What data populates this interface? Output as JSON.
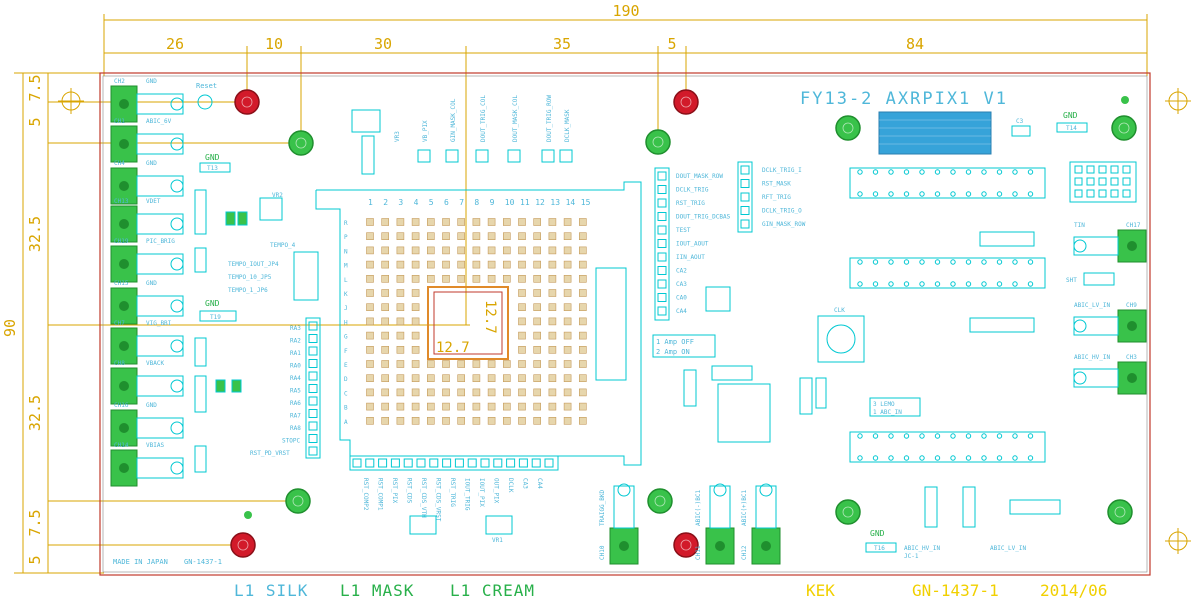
{
  "colors": {
    "dim": "#d9a500",
    "outline": "#c0392b",
    "silk": "#00c8d2",
    "mask_fill": "#39c24a",
    "mask_dark": "#1f8f2e",
    "red_pad": "#d21a2a",
    "cream": "#f0c400",
    "grid_pad": "#e7d6ac",
    "chip": "#e08a2a",
    "blue_block": "#36a3d9",
    "text_cyan": "#4fb7d9",
    "text_green": "#28b04a",
    "text_yellow": "#f1d000"
  },
  "dimensions": {
    "top_total": "190",
    "top_segments": [
      "26",
      "10",
      "30",
      "35",
      "5",
      "84"
    ],
    "left_total": "90",
    "left_segments": [
      "7.5",
      "5",
      "32.5",
      "32.5",
      "7.5",
      "5"
    ],
    "chip_w": "12.7",
    "chip_h": "12.7"
  },
  "board": {
    "title": "FY13-2  AXRPIX1  V1",
    "made_in": "MADE IN JAPAN",
    "part_small": "GN-1437-1",
    "reset_label": "Reset",
    "gnd_label": "GND",
    "vr_label": "VR2",
    "vr_bottom": "VR1"
  },
  "left_connectors": [
    {
      "ch": "CH2",
      "sig": "GND"
    },
    {
      "ch": "CH1",
      "sig": "ABIC_6V"
    },
    {
      "ch": "CH4",
      "sig": "GND"
    },
    {
      "ch": "CH13",
      "sig": "VDET"
    },
    {
      "ch": "CH19",
      "sig": "PIC_BRIG"
    },
    {
      "ch": "CH15",
      "sig": "GND"
    },
    {
      "ch": "CH7",
      "sig": "VIG_BBI"
    },
    {
      "ch": "CH8",
      "sig": "VBACK"
    },
    {
      "ch": "CH16",
      "sig": "GND"
    },
    {
      "ch": "CH14",
      "sig": "VBIAS"
    }
  ],
  "jumpers_left": [
    "TEMPO_4",
    "TEMPO_IOUT_JP4",
    "TEMPO_10_JP5",
    "TEMPO_1_JP6"
  ],
  "ra_labels": [
    "RA3",
    "RA2",
    "RA1",
    "RA0",
    "RA4",
    "RA5",
    "RA6",
    "RA7",
    "RA8",
    "STOPC",
    "RST_PD_VRST"
  ],
  "grid_cols": [
    "1",
    "2",
    "3",
    "4",
    "5",
    "6",
    "7",
    "8",
    "9",
    "10",
    "11",
    "12",
    "13",
    "14",
    "15"
  ],
  "grid_rows": [
    "R",
    "P",
    "N",
    "M",
    "L",
    "K",
    "J",
    "H",
    "G",
    "F",
    "E",
    "D",
    "C",
    "B",
    "A"
  ],
  "top_signals": [
    "VR3",
    "VB_PIX",
    "GIN_MASK_COL",
    "DOUT_TRIG_COL",
    "DOUT_MASK_COL",
    "DOUT_TRIG_ROW",
    "DCLK_MASK"
  ],
  "mid_signals": [
    "DOUT_MASK_ROW",
    "DCLK_TRIG",
    "RST_TRIG",
    "DOUT_TRIG_DCBAS",
    "TEST",
    "IOUT_AOUT",
    "IIN_AOUT",
    "CA2",
    "CA3",
    "CA0",
    "CA4"
  ],
  "right_signals": [
    "DCLK_TRIG_I",
    "RST_MASK",
    "RFT_TRIG",
    "DCLK_TRIG_O",
    "GIN_MASK_ROW"
  ],
  "amp": [
    "1  Amp OFF",
    "2  Amp ON"
  ],
  "level": [
    "3  LEMO",
    "1  ABC_IN"
  ],
  "bottom_labels": [
    "RST_COMP2",
    "RST_COMP1",
    "RST_PIX",
    "RST_CDS",
    "RST_CDS_VTH",
    "RST_CDS_VRST",
    "RST_TRIG",
    "IOUT_TRIG",
    "IOUT_PIX",
    "OUT_PIX",
    "DCLK",
    "CA3",
    "CA4"
  ],
  "bottom_conn": [
    {
      "ch": "CH10",
      "sig": "TRAIGG_BKD"
    },
    {
      "ch": "CH11",
      "sig": "ABIC(-)BC1"
    },
    {
      "ch": "CH12",
      "sig": "ABIC(+)BC1"
    }
  ],
  "right_conn": [
    {
      "ch": "CH17",
      "sig": "TIN"
    },
    {
      "ch": "CH9",
      "sig": "ABIC_LV_IN"
    },
    {
      "ch": "CH3",
      "sig": "ABIC_HV_IN"
    }
  ],
  "right_misc": {
    "clk": "CLK",
    "shift": "SHT",
    "gnd_t14": "T14",
    "gnd_t16": "T16",
    "abic_hv": "ABIC_HV_IN",
    "abic_lv": "ABIC_LV_IN",
    "jc1": "JC-1",
    "cap": "C3"
  },
  "test_points": [
    "T13",
    "T19"
  ],
  "footer": {
    "silk": "L1  SILK",
    "mask": "L1  MASK",
    "cream": "L1  CREAM",
    "kek": "KEK",
    "part": "GN-1437-1",
    "date": "2014/06"
  }
}
